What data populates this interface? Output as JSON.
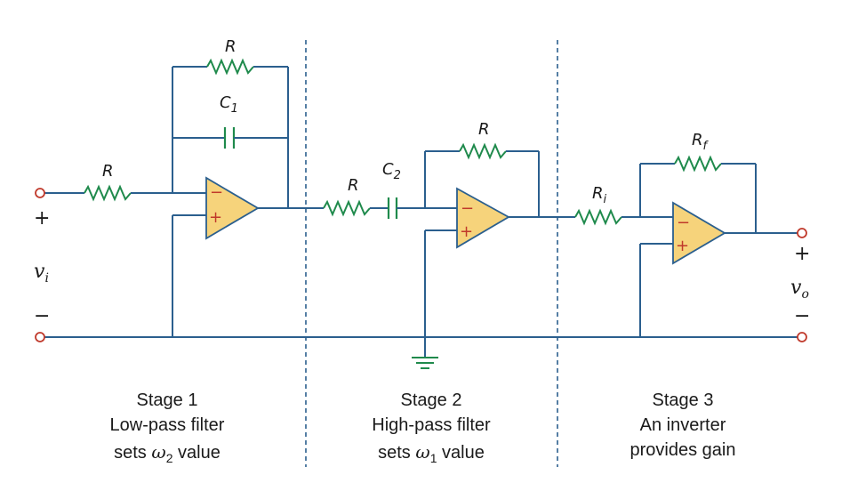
{
  "labels": {
    "stage1_fb_resistor": "R",
    "stage1_capacitor": "C",
    "stage1_capacitor_sub": "1",
    "stage1_input_resistor": "R",
    "stage2_series_resistor": "R",
    "stage2_capacitor": "C",
    "stage2_capacitor_sub": "2",
    "stage2_fb_resistor": "R",
    "stage3_input_resistor": "R",
    "stage3_input_resistor_sub": "i",
    "stage3_fb_resistor": "R",
    "stage3_fb_resistor_sub": "f"
  },
  "terminals": {
    "input_symbol": "v",
    "input_sub": "i",
    "output_symbol": "v",
    "output_sub": "o",
    "plus": "+",
    "minus": "−"
  },
  "opamp_signs": {
    "minus": "−",
    "plus": "+"
  },
  "stages": [
    {
      "line1": "Stage 1",
      "line2": "Low-pass filter",
      "line3_pre": "sets ",
      "omega": "ω",
      "omega_sub": "2",
      "line3_post": " value"
    },
    {
      "line1": "Stage 2",
      "line2": "High-pass filter",
      "line3_pre": "sets ",
      "omega": "ω",
      "omega_sub": "1",
      "line3_post": " value"
    },
    {
      "line1": "Stage 3",
      "line2": "An inverter",
      "line3": "provides gain"
    }
  ],
  "colors": {
    "wire": "#2b5f8e",
    "component": "#1f8a4c",
    "opamp_fill": "#f6d37b",
    "sign": "#c0392b",
    "terminal": "#c0392b"
  }
}
